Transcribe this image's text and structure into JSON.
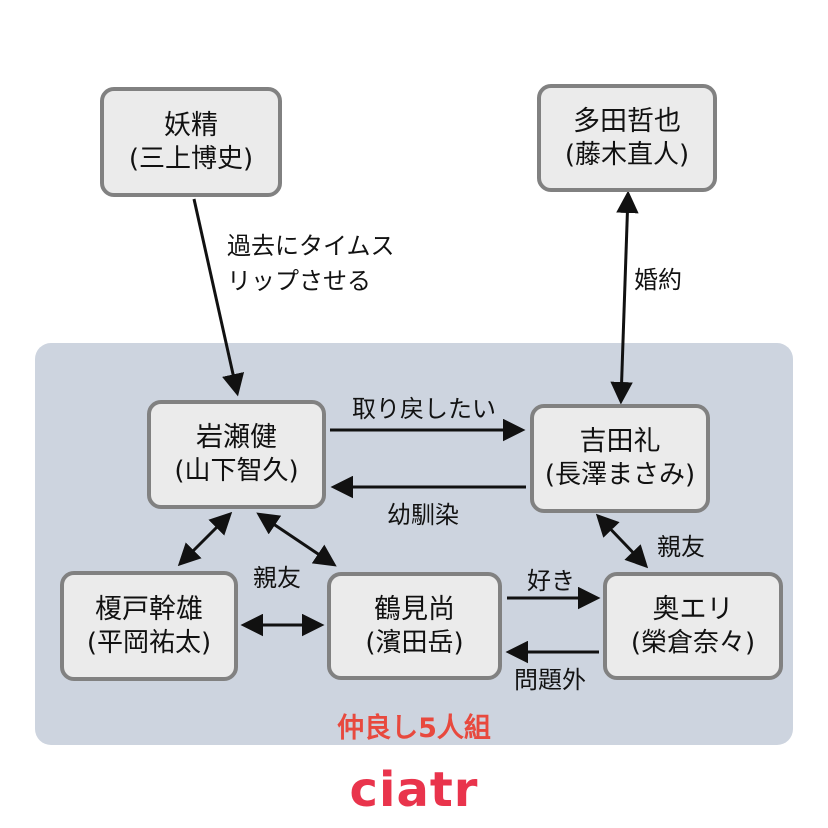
{
  "panel": {
    "color": "#cdd4df",
    "label": "仲良し5人組",
    "label_color": "#e8493e"
  },
  "nodes": [
    {
      "id": "yousei",
      "name": "妖精",
      "actor": "(三上博史)"
    },
    {
      "id": "tada",
      "name": "多田哲也",
      "actor": "(藤木直人)"
    },
    {
      "id": "iwase",
      "name": "岩瀬健",
      "actor": "(山下智久)"
    },
    {
      "id": "yoshida",
      "name": "吉田礼",
      "actor": "(長澤まさみ)"
    },
    {
      "id": "enokido",
      "name": "榎戸幹雄",
      "actor": "(平岡祐太)"
    },
    {
      "id": "tsurumi",
      "name": "鶴見尚",
      "actor": "(濱田岳)"
    },
    {
      "id": "oku",
      "name": "奥エリ",
      "actor": "(榮倉奈々)"
    }
  ],
  "edge_labels": {
    "timeslip_line1": "過去にタイムス",
    "timeslip_line2": "リップさせる",
    "konyaku": "婚約",
    "torimodoshitai": "取り戻したい",
    "osananajimi": "幼馴染",
    "shinyu_left": "親友",
    "shinyu_right": "親友",
    "suki": "好き",
    "mondaigai": "問題外"
  },
  "footer": {
    "logo": "ciatr",
    "logo_color": "#e9344c"
  }
}
